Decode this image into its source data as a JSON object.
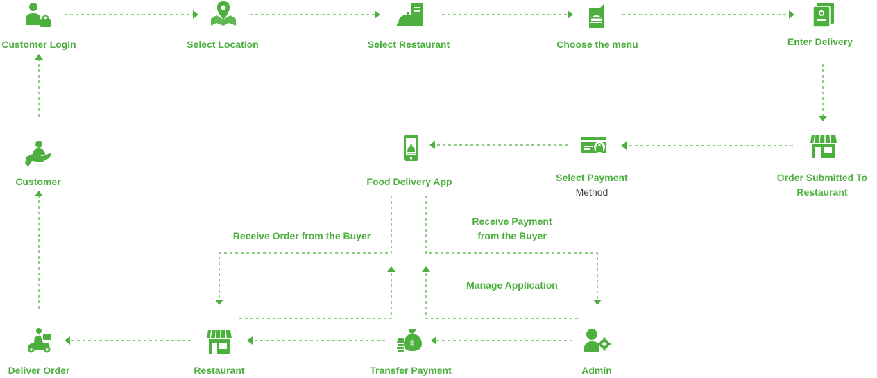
{
  "colors": {
    "accent": "#4caf3e",
    "text_dark": "#444444",
    "background": "#ffffff"
  },
  "nodes": {
    "customer_login": {
      "label": "Customer Login",
      "icon": "user-lock-icon"
    },
    "select_location": {
      "label": "Select Location",
      "icon": "map-pin-icon"
    },
    "select_restaurant": {
      "label": "Select Restaurant",
      "icon": "cloche-menu-icon"
    },
    "choose_menu": {
      "label": "Choose the menu",
      "icon": "menu-card-icon"
    },
    "enter_delivery": {
      "label": "Enter Delivery",
      "icon": "address-cards-icon"
    },
    "order_submitted": {
      "label_line1": "Order Submitted To",
      "label_line2": "Restaurant",
      "icon": "storefront-icon"
    },
    "select_payment": {
      "label_line1": "Select Payment",
      "label_line2": "Method",
      "icon": "card-lock-icon"
    },
    "food_app": {
      "label": "Food Delivery App",
      "icon": "mobile-food-icon"
    },
    "customer": {
      "label": "Customer",
      "icon": "customer-hand-icon"
    },
    "deliver_order": {
      "label": "Deliver Order",
      "icon": "scooter-delivery-icon"
    },
    "restaurant": {
      "label": "Restaurant",
      "icon": "storefront-icon"
    },
    "transfer_payment": {
      "label": "Transfer Payment",
      "icon": "money-bag-icon"
    },
    "admin": {
      "label": "Admin",
      "icon": "admin-gear-icon"
    }
  },
  "edge_labels": {
    "receive_order": "Receive Order from the Buyer",
    "receive_payment_line1": "Receive Payment",
    "receive_payment_line2": "from the Buyer",
    "manage_app": "Manage Application"
  }
}
